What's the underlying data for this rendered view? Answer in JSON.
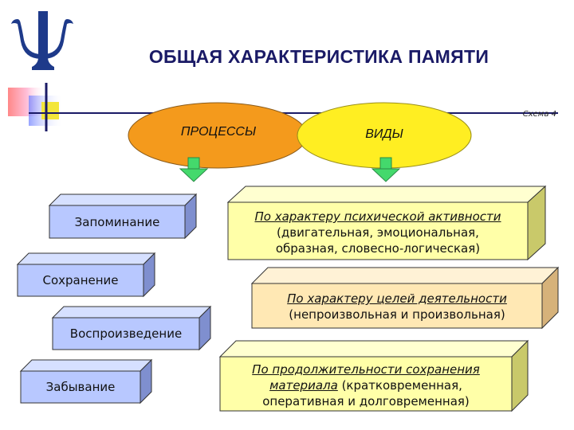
{
  "title": "ОБЩАЯ ХАРАКТЕРИСТИКА ПАМЯТИ",
  "scheme_label": "Схема 4",
  "colors": {
    "title": "#1a1a66",
    "processes_oval": "#f49a1c",
    "types_oval": "#ffee22",
    "arrow": "#44d96c",
    "process_box": "#b8c8ff",
    "type_box": "#ffffa8",
    "type_box_middle": "#ffe8b4"
  },
  "processes": {
    "header": "ПРОЦЕССЫ",
    "items": [
      "Запоминание",
      "Сохранение",
      "Воспроизведение",
      "Забывание"
    ]
  },
  "types": {
    "header": "ВИДЫ",
    "items": [
      {
        "head": "По характеру психической активности",
        "lines": [
          "(двигательная, эмоциональная,",
          "образная, словесно-логическая)"
        ]
      },
      {
        "head": "По характеру целей деятельности",
        "lines": [
          "(непроизвольная и произвольная)"
        ]
      },
      {
        "head_line1": "По продолжительности сохранения",
        "head_line2": "материала",
        "line2_rest": " (кратковременная,",
        "line3": "оперативная и долговременная)"
      }
    ]
  }
}
